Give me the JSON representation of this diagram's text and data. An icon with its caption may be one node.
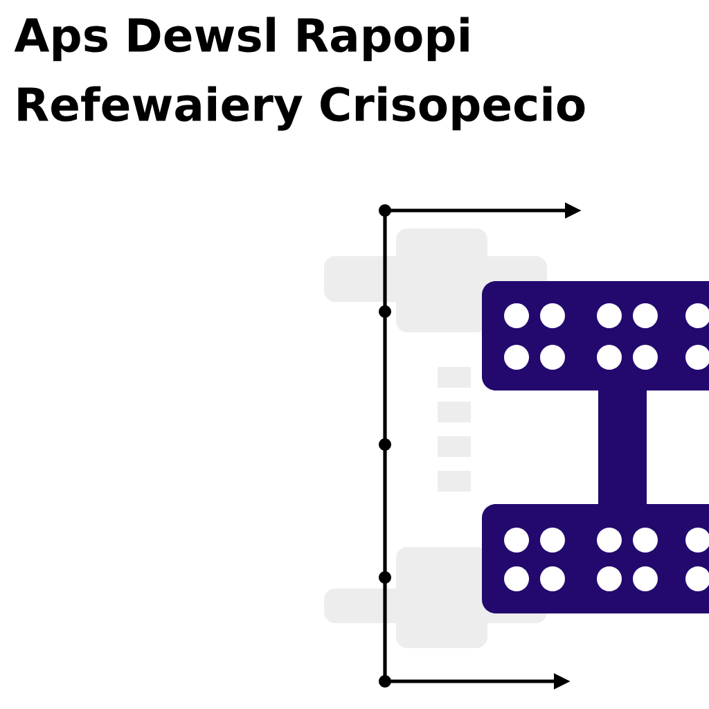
{
  "diagram": {
    "title": "Aps Dewsl Rapopi Refewaiery Crisopecio",
    "nodes": [
      {
        "text": [],
        "shape": "circle"
      },
      {
        "text": [],
        "shape": "circle"
      },
      {
        "text": [],
        "shape": "circle"
      },
      {
        "text": [],
        "shape": "circle"
      },
      {
        "text": [],
        "shape": "circle"
      }
    ],
    "edges": [
      {
        "from": 0,
        "to": 1,
        "arrow": "none"
      },
      {
        "from": 1,
        "to": 2,
        "arrow": "none"
      },
      {
        "from": 2,
        "to": 3,
        "arrow": "none"
      },
      {
        "from": 3,
        "to": 4,
        "arrow": "none"
      },
      {
        "from": 0,
        "to": null,
        "arrow": "to"
      },
      {
        "from": 4,
        "to": null,
        "arrow": "to"
      }
    ]
  }
}
